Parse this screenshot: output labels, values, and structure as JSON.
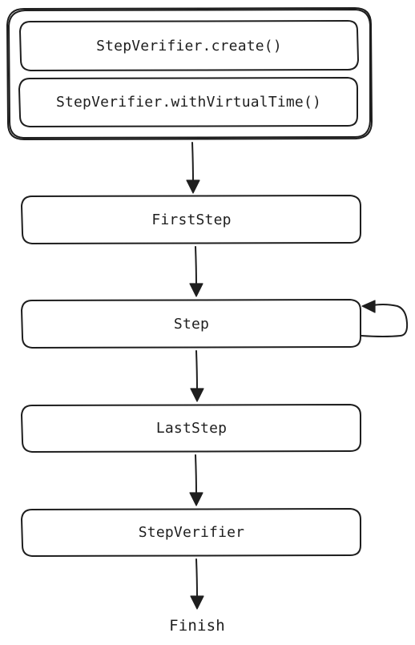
{
  "group": {
    "items": [
      {
        "label": "StepVerifier.create()"
      },
      {
        "label": "StepVerifier.withVirtualTime()"
      }
    ]
  },
  "steps": [
    {
      "label": "FirstStep"
    },
    {
      "label": "Step",
      "self_loop": true
    },
    {
      "label": "LastStep"
    },
    {
      "label": "StepVerifier"
    }
  ],
  "terminal": {
    "label": "Finish"
  }
}
